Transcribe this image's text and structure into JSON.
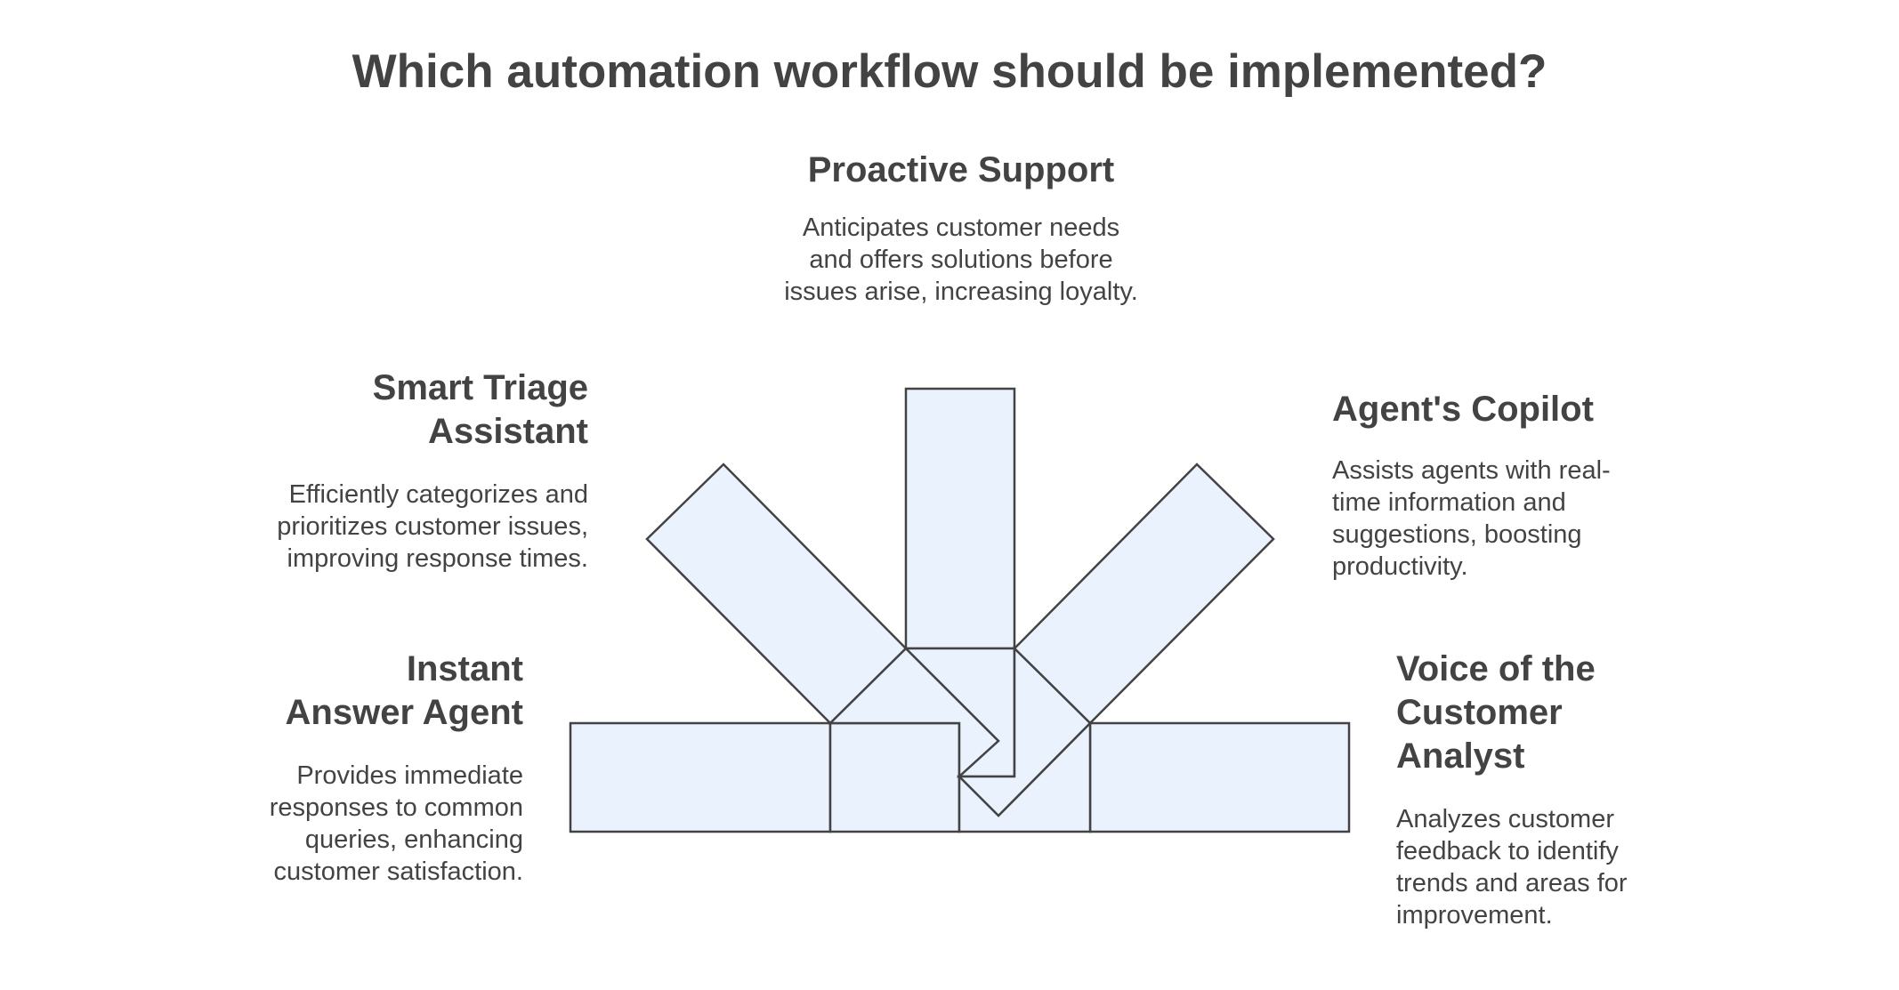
{
  "title": "Which automation workflow should be implemented?",
  "colors": {
    "fill": "#eaf2fe",
    "stroke": "#434343",
    "text": "#434343",
    "background": "#ffffff"
  },
  "options": [
    {
      "id": "instant-answer-agent",
      "heading": "Instant Answer Agent",
      "description": "Provides immediate responses to common queries, enhancing customer satisfaction."
    },
    {
      "id": "smart-triage-assistant",
      "heading": "Smart Triage Assistant",
      "description": "Efficiently categorizes and prioritizes customer issues, improving response times."
    },
    {
      "id": "proactive-support",
      "heading": "Proactive Support",
      "description": "Anticipates customer needs and offers solutions before issues arise, increasing loyalty."
    },
    {
      "id": "agents-copilot",
      "heading": "Agent's Copilot",
      "description": "Assists agents with real-time information and suggestions, boosting productivity."
    },
    {
      "id": "voice-of-the-customer-analyst",
      "heading": "Voice of the Customer Analyst",
      "description": "Analyzes customer feedback to identify trends and areas for improvement."
    }
  ]
}
